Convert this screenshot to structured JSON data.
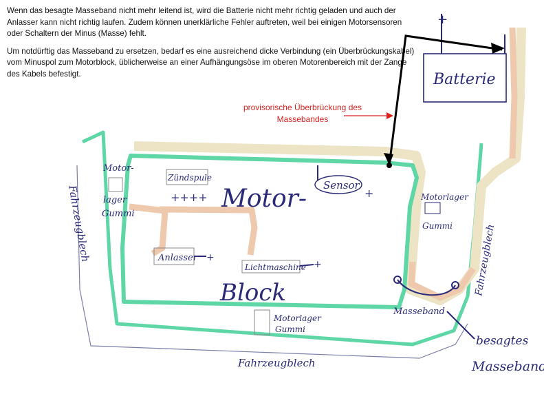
{
  "intro": {
    "paragraph1": "Wenn das besagte Masseband nicht mehr leitend ist, wird die Batterie nicht mehr richtig geladen und auch der Anlasser kann nicht richtig laufen. Zudem können unerklärliche Fehler auftreten, weil  bei einigen Motorsensoren oder Schaltern der Minus (Masse) fehlt.",
    "paragraph2": "Um notdürftig das Masseband zu ersetzen, bedarf es eine ausreichend dicke Verbindung (ein Überbrückungskabel) vom Minuspol zum Motorblock, üblicherweise an einer Aufhängungsöse im oberen Motorenbereich mit der Zange des Kabels befestigt."
  },
  "annotation": "provisorische Überbrückung des Massebandes",
  "labels": {
    "battery": "Batterie",
    "motor": "Motor-",
    "block": "Block",
    "sensor": "Sensor",
    "ignition_coil": "Zündspule",
    "starter": "Anlasser",
    "alternator": "Lichtmaschine",
    "engine_mount_left_1": "Motor-",
    "engine_mount_left_2": "lager",
    "engine_mount_left_3": "Gummi",
    "engine_mount_right_1": "Motorlager",
    "engine_mount_right_2": "Gummi",
    "engine_mount_bottom_1": "Motorlager",
    "engine_mount_bottom_2": "Gummi",
    "body_left": "Fahrzeugblech",
    "body_bottom": "Fahrzeugblech",
    "body_right": "Fahrzeugblech",
    "ground_strap_small": "Masseband",
    "ground_strap_big_1": "besagtes",
    "ground_strap_big_2": "Masseband",
    "plus": "+",
    "minus": "-"
  },
  "colors": {
    "engine_outline": "#5fd6a6",
    "cable_fill": "#eec9ad",
    "cable_shadow": "#ede4c6",
    "ink": "#2b2a78",
    "black_wire": "#000000",
    "red_arrow": "#d9231f"
  }
}
